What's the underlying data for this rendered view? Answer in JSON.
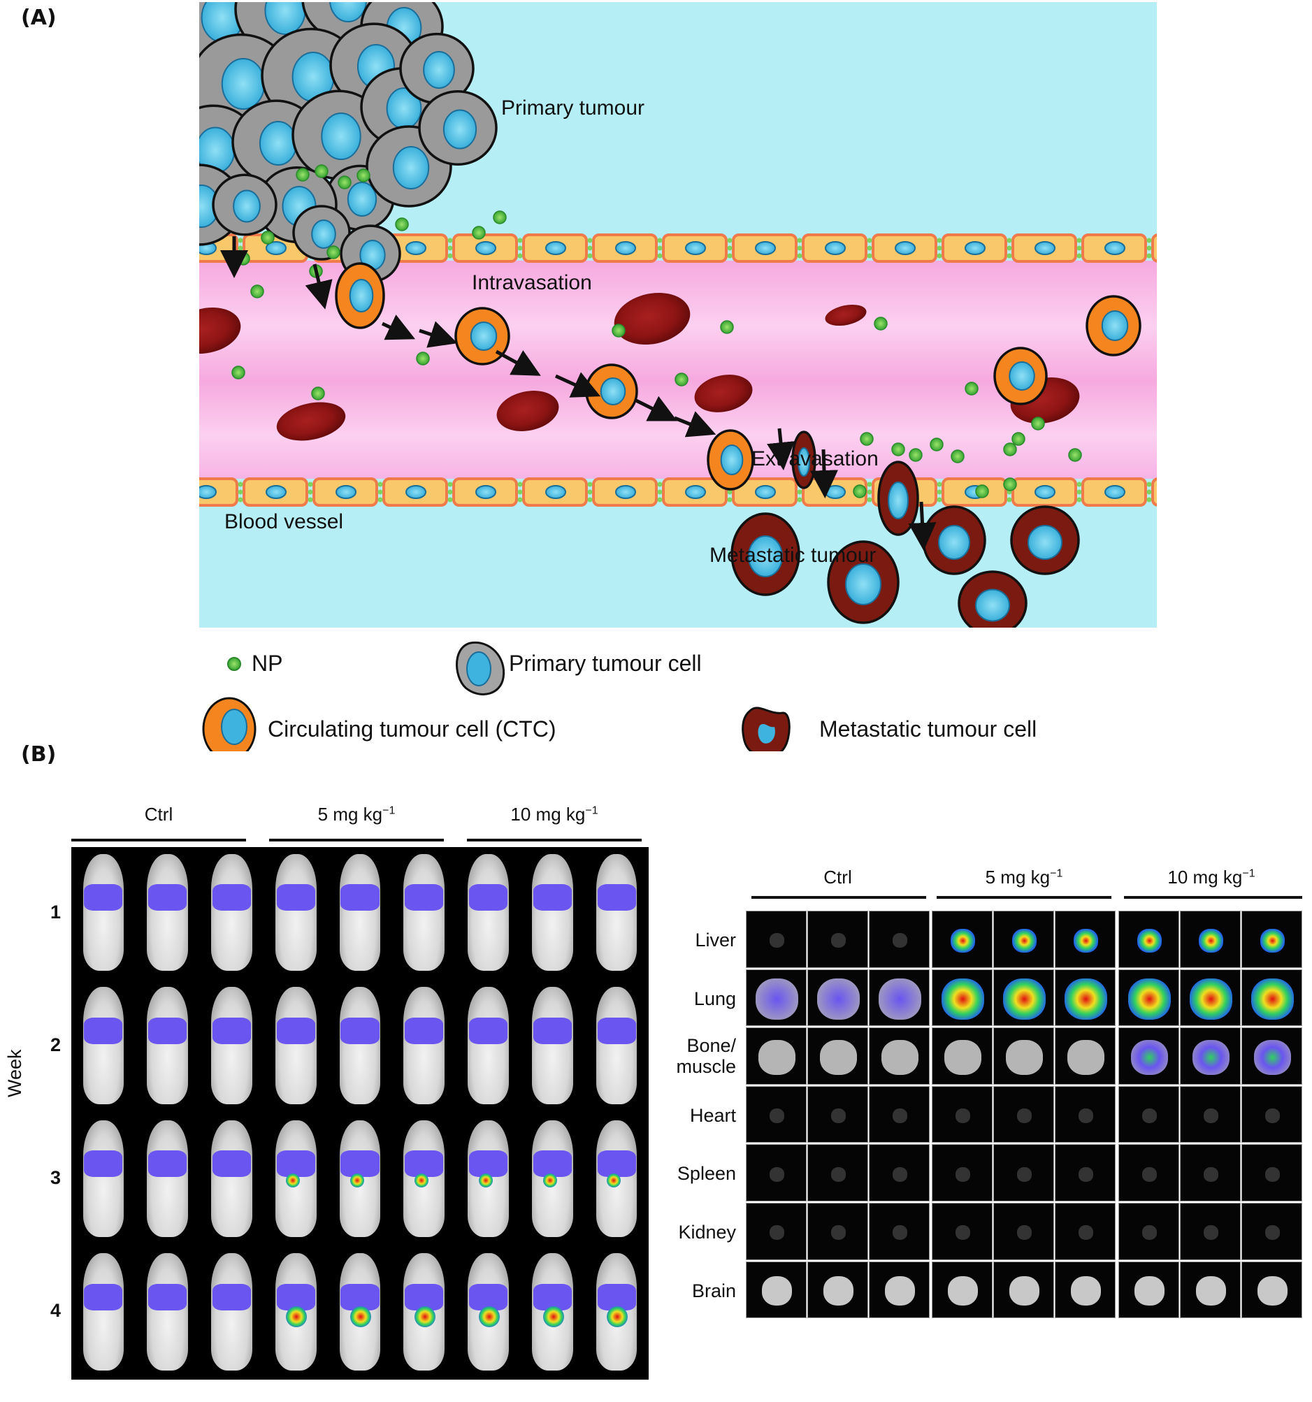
{
  "figure": {
    "panel_a_label": "(A)",
    "panel_b_label": "(B)"
  },
  "diagram": {
    "labels": {
      "primary_tumour": "Primary tumour",
      "intravasation": "Intravasation",
      "extravasation": "Extravasation",
      "blood_vessel": "Blood vessel",
      "metastatic_tumour": "Metastatic tumour"
    },
    "colors": {
      "tissue": "#b6eef5",
      "blood": "#f7b3e6",
      "endothelium": "#f8c86a",
      "endothelium_border": "#f07a4a",
      "nucleus": "#3fb3df",
      "primary_cell": "#9a9a9a",
      "ctc": "#f5861f",
      "metastatic_cell": "#7a1a10",
      "red_blood_cell": "#8e1414",
      "nanoparticle": "#3cb83c"
    }
  },
  "legend": {
    "items": [
      {
        "id": "np",
        "label": "NP"
      },
      {
        "id": "primary",
        "label": "Primary tumour cell"
      },
      {
        "id": "ctc",
        "label": "Circulating tumour cell (CTC)"
      },
      {
        "id": "metastatic",
        "label": "Metastatic tumour cell"
      }
    ]
  },
  "mouse_imaging": {
    "y_axis_label": "Week",
    "groups": [
      {
        "name": "Ctrl",
        "unit_exp": ""
      },
      {
        "name": "5 mg kg",
        "unit_exp": "−1"
      },
      {
        "name": "10 mg kg",
        "unit_exp": "−1"
      }
    ],
    "weeks": [
      "1",
      "2",
      "3",
      "4"
    ],
    "mice_per_group": 3
  },
  "organ_imaging": {
    "groups": [
      {
        "name": "Ctrl",
        "unit_exp": ""
      },
      {
        "name": "5 mg kg",
        "unit_exp": "−1"
      },
      {
        "name": "10 mg kg",
        "unit_exp": "−1"
      }
    ],
    "organs": [
      "Liver",
      "Lung",
      "Bone/\nmuscle",
      "Heart",
      "Spleen",
      "Kidney",
      "Brain"
    ],
    "samples_per_group": 3
  }
}
